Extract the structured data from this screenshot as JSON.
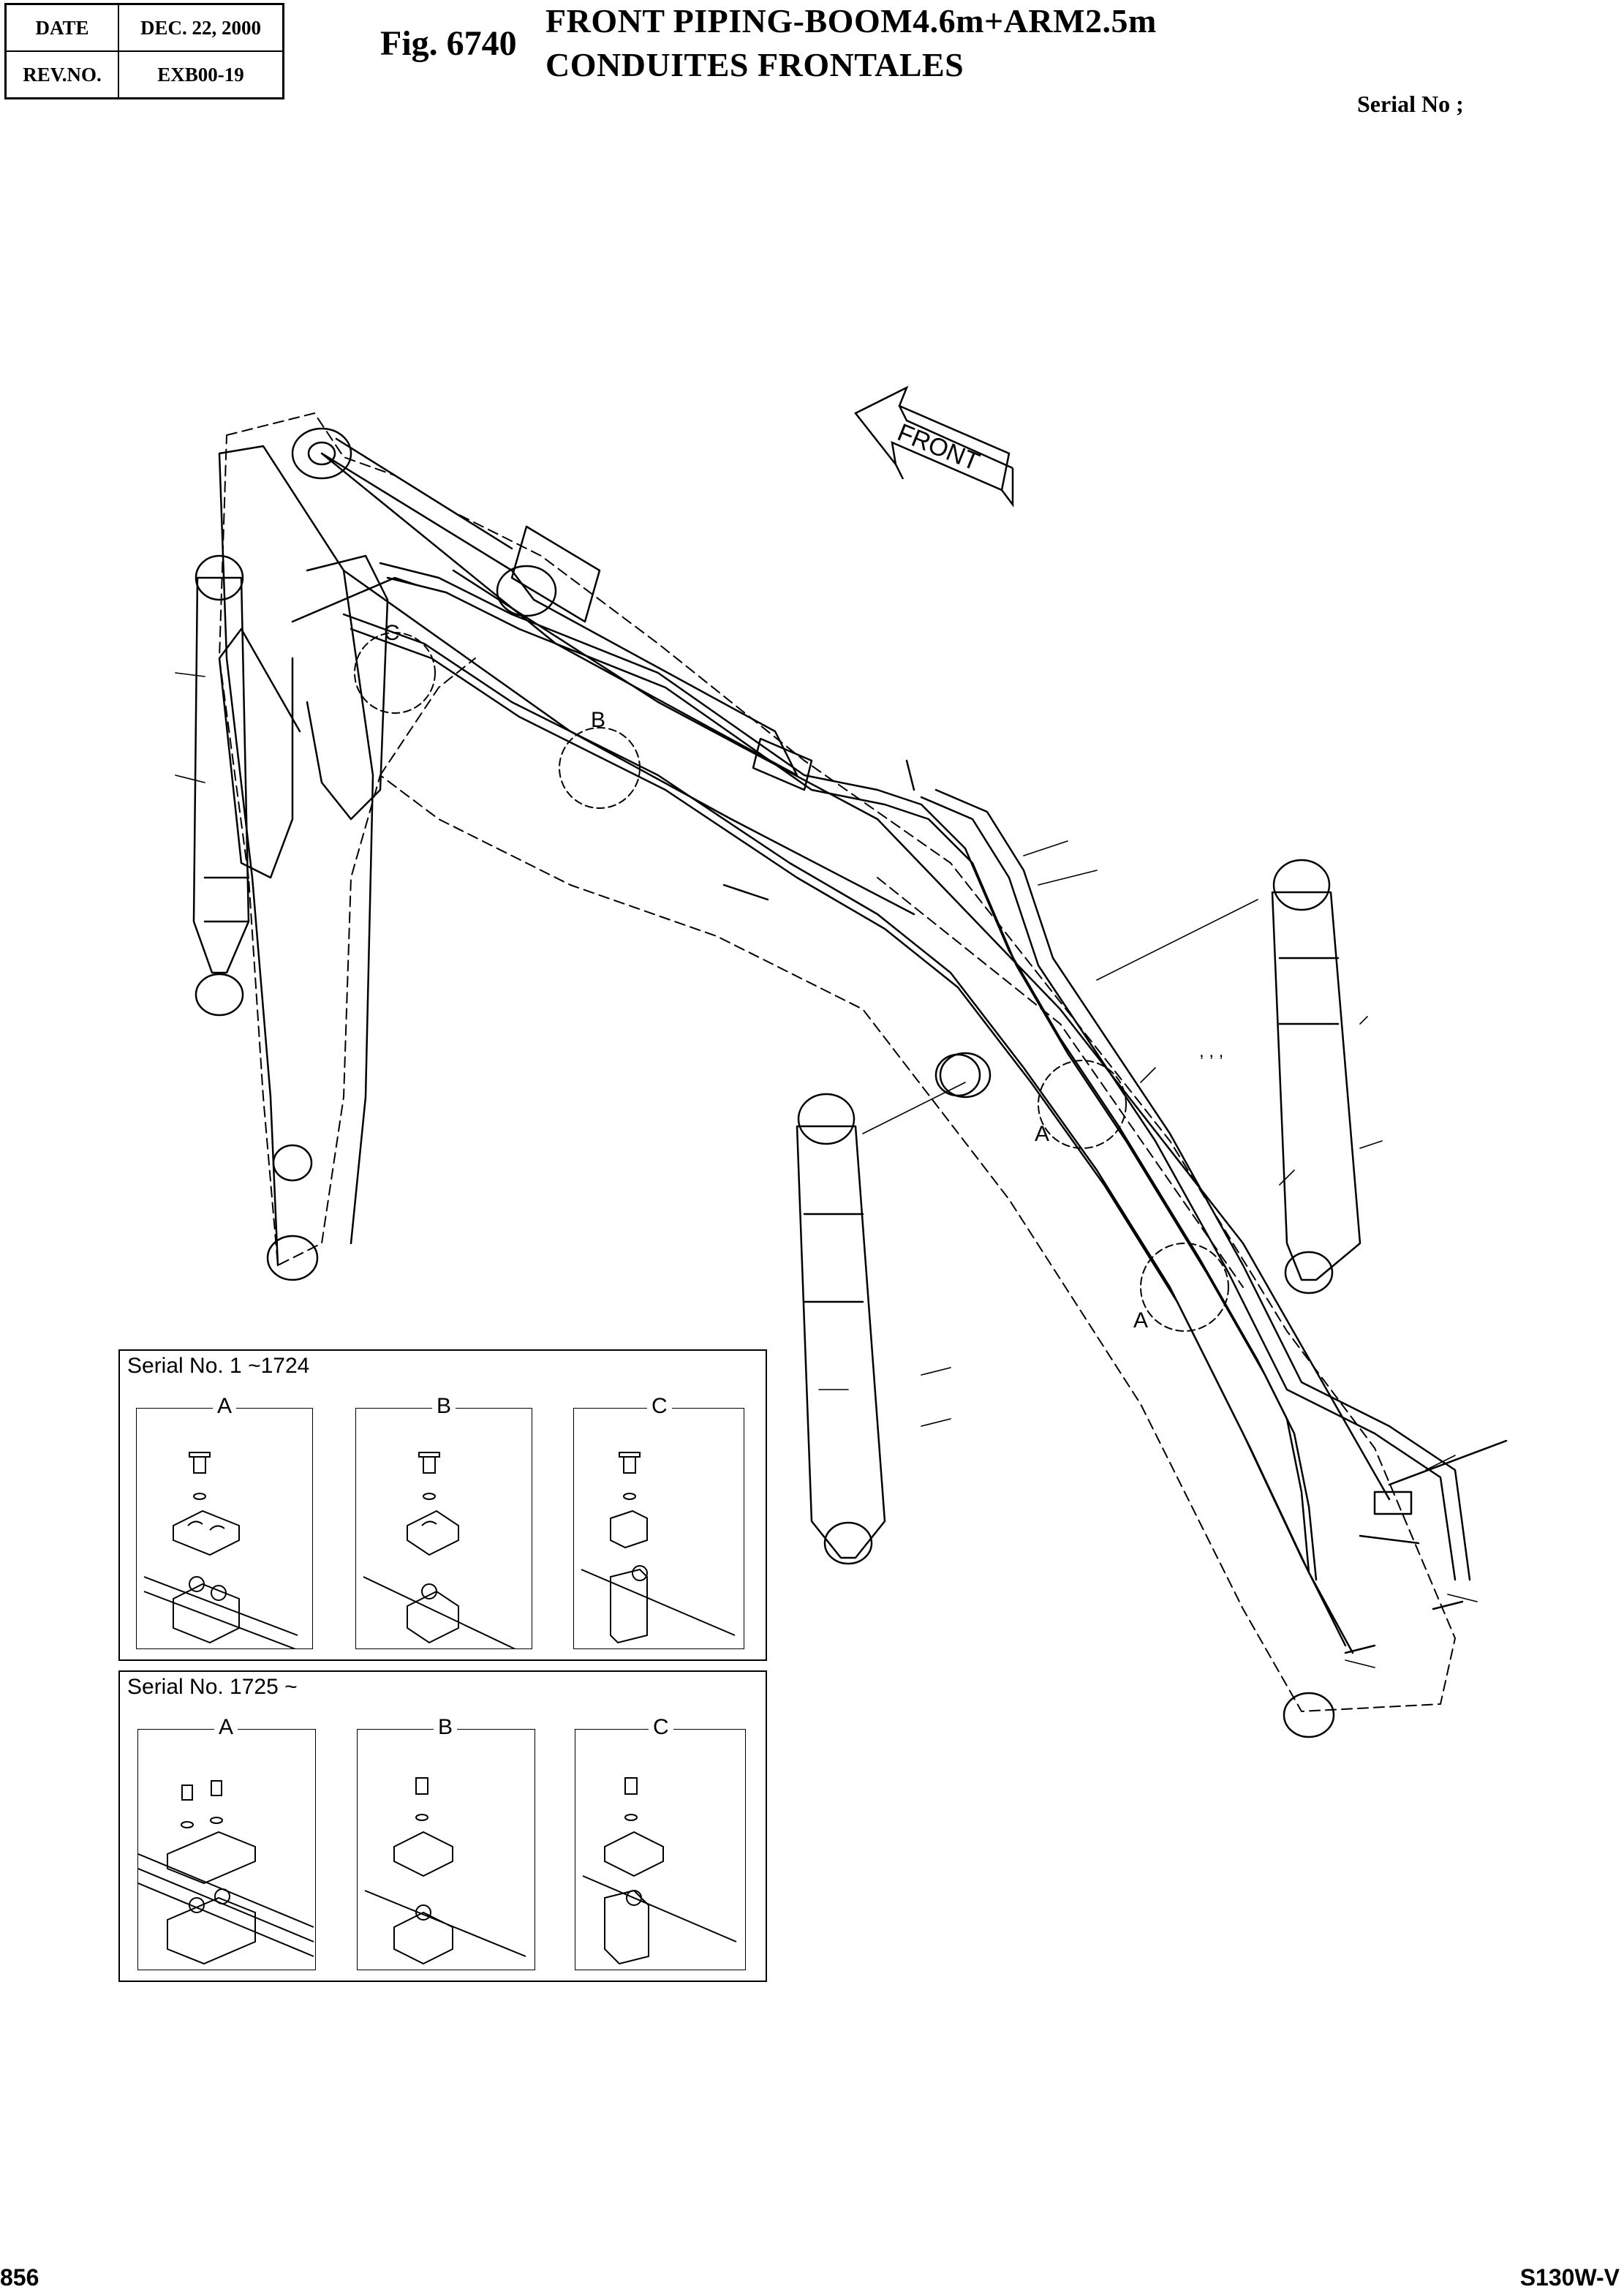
{
  "header": {
    "date_label": "DATE",
    "date_value": "DEC. 22, 2000",
    "rev_label": "REV.NO.",
    "rev_value": "EXB00-19"
  },
  "figure": {
    "number": "Fig. 6740",
    "title_en": "FRONT PIPING-BOOM4.6m+ARM2.5m",
    "title_fr": "CONDUITES FRONTALES",
    "serial": "Serial No ;"
  },
  "diagram": {
    "front_label": "FRONT",
    "labels": [
      "A",
      "A",
      "B",
      "C"
    ]
  },
  "detail_boxes": [
    {
      "title": "Serial No. 1 ~1724",
      "panels": [
        "A",
        "B",
        "C"
      ]
    },
    {
      "title": "Serial No. 1725 ~",
      "panels": [
        "A",
        "B",
        "C"
      ]
    }
  ],
  "footer": {
    "page": "856",
    "model": "S130W-V"
  }
}
